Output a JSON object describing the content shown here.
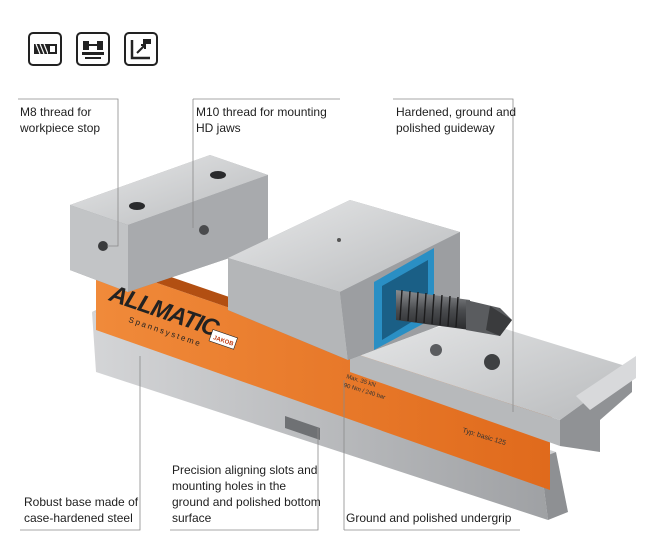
{
  "icons": [
    {
      "name": "thread-icon"
    },
    {
      "name": "clamping-icon"
    },
    {
      "name": "angle-icon"
    }
  ],
  "callouts": {
    "m8_thread": "M8 thread for\nworkpiece stop",
    "m10_thread": "M10 thread for mounting\nHD jaws",
    "guideway": "Hardened, ground and\npolished guideway",
    "base": "Robust base made of\ncase-hardened steel",
    "slots": "Precision aligning slots and\nmounting holes in the\nground and polished bottom\nsurface",
    "undergrip": "Ground and polished undergrip"
  },
  "product": {
    "brand": "ALLMATIC",
    "brand_sub": "Spannsysteme",
    "badge": "JAKOB",
    "plate_line1": "Max. 35 kN",
    "plate_line2": "90 Nm / 240 bar",
    "type_label": "Typ: basic 125"
  },
  "colors": {
    "orange": "#e8762a",
    "steel": "#c8cacc",
    "blue": "#2a8fc4"
  }
}
